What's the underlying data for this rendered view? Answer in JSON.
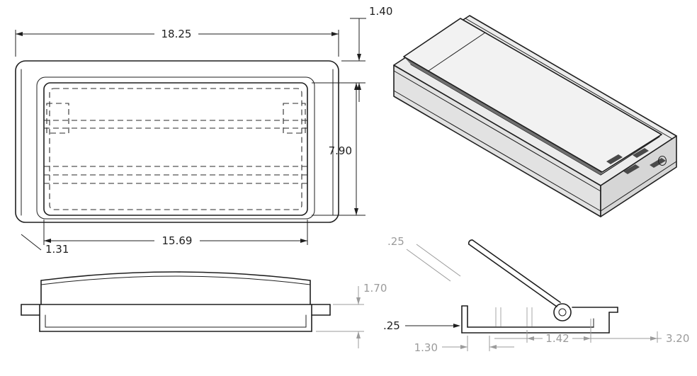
{
  "drawing": {
    "views": {
      "front": {
        "overall_width": "18.25",
        "lid_inset": "1.40",
        "opening_height": "7.90",
        "opening_width": "15.69",
        "corner_detail": "1.31"
      },
      "profile": {
        "height": "1.70"
      },
      "section": {
        "lid_thickness": ".25",
        "wall_thickness": ".25",
        "offset_left": "1.30",
        "hinge_offset": "1.42",
        "body_depth": "3.20"
      }
    },
    "colors": {
      "line": "#1f1f1f",
      "dim_gray": "#9b9b9b",
      "iso_light": "#f2f2f2",
      "iso_mid": "#dcdcdc",
      "iso_shadow": "#6f6f6f"
    }
  }
}
